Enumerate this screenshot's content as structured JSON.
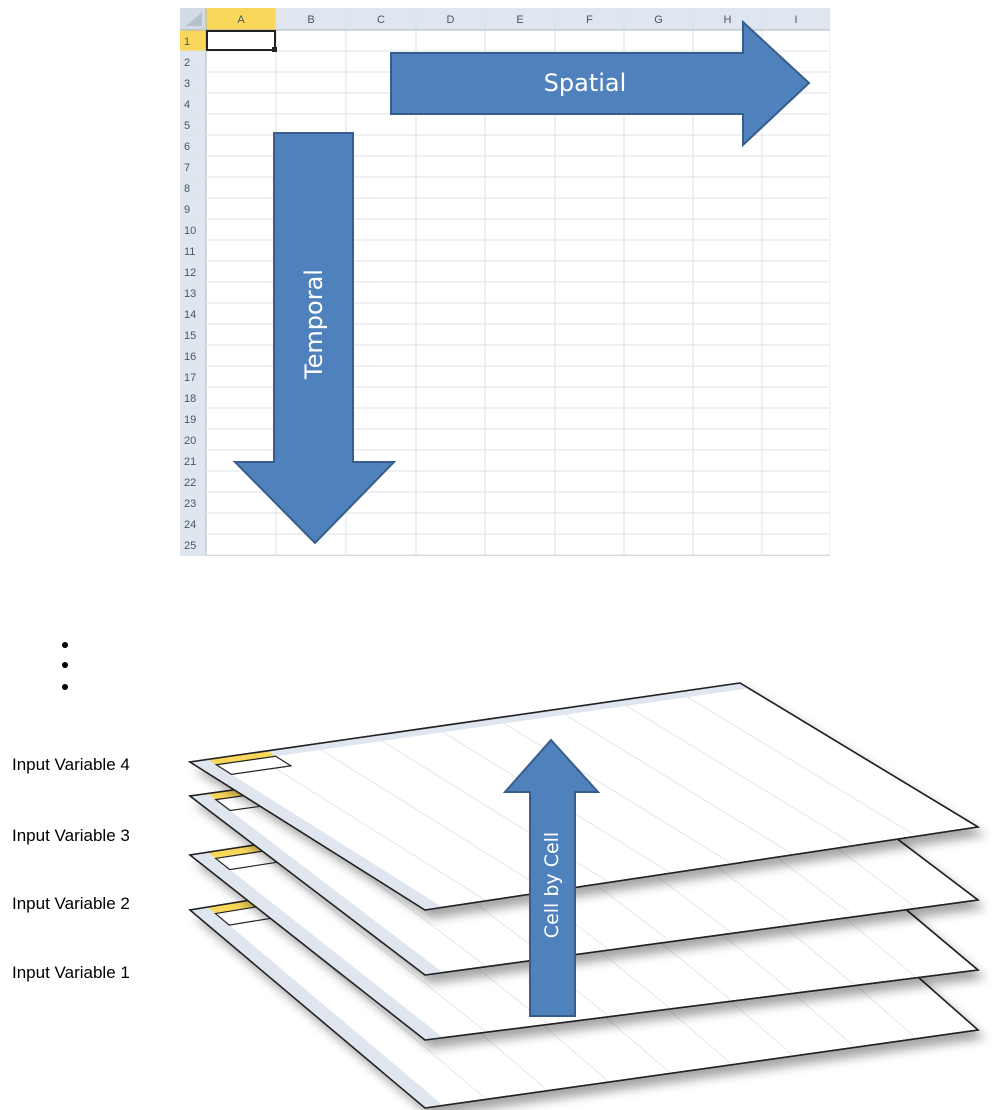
{
  "spreadsheet": {
    "columns": [
      "A",
      "B",
      "C",
      "D",
      "E",
      "F",
      "G",
      "H",
      "I"
    ],
    "rows": [
      "1",
      "2",
      "3",
      "4",
      "5",
      "6",
      "7",
      "8",
      "9",
      "10",
      "11",
      "12",
      "13",
      "14",
      "15",
      "16",
      "17",
      "18",
      "19",
      "20",
      "21",
      "22",
      "23",
      "24",
      "25"
    ],
    "selected_cell": "A1"
  },
  "arrows": {
    "spatial": "Spatial",
    "temporal": "Temporal",
    "cell_by_cell": "Cell by Cell"
  },
  "layers": [
    {
      "label": "Input Variable 4"
    },
    {
      "label": "Input Variable 3"
    },
    {
      "label": "Input Variable 2"
    },
    {
      "label": "Input Variable 1"
    }
  ],
  "colors": {
    "arrow_fill": "#4f81bd",
    "arrow_stroke": "#385d8a",
    "header_bg": "#dfe6ef",
    "selected_header": "#f9d75b",
    "grid_line": "#dde3ea"
  }
}
